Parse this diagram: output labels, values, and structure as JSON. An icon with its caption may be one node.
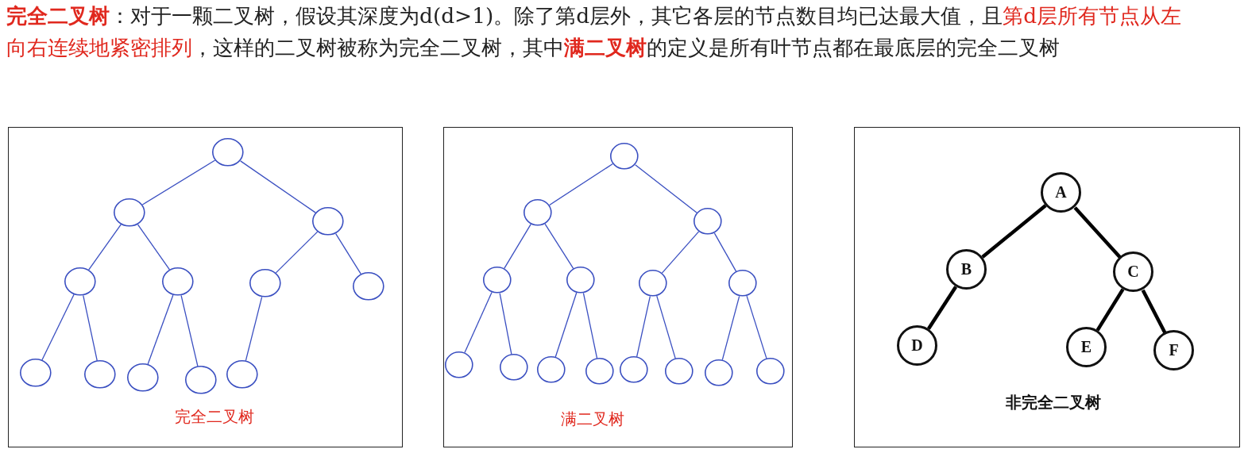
{
  "diagram": {
    "nodes": [
      {
        "text": [
          "完全二叉树"
        ]
      },
      {
        "text": [],
        "shape": "circle",
        "in": 0
      },
      {
        "text": [],
        "shape": "circle",
        "in": 0
      },
      {
        "text": [],
        "shape": "circle",
        "in": 0
      },
      {
        "text": [],
        "shape": "circle",
        "in": 0
      },
      {
        "text": [],
        "shape": "circle",
        "in": 0
      },
      {
        "text": [],
        "shape": "circle",
        "in": 0
      },
      {
        "text": [],
        "shape": "circle",
        "in": 0
      },
      {
        "text": [],
        "shape": "circle",
        "in": 0
      },
      {
        "text": [],
        "shape": "circle",
        "in": 0
      },
      {
        "text": [],
        "shape": "circle",
        "in": 0
      },
      {
        "text": [],
        "shape": "circle",
        "in": 0
      },
      {
        "text": [],
        "shape": "circle",
        "in": 0
      },
      {
        "text": [
          "满二叉树"
        ]
      },
      {
        "text": [],
        "shape": "circle",
        "in": 13
      },
      {
        "text": [],
        "shape": "circle",
        "in": 13
      },
      {
        "text": [],
        "shape": "circle",
        "in": 13
      },
      {
        "text": [],
        "shape": "circle",
        "in": 13
      },
      {
        "text": [],
        "shape": "circle",
        "in": 13
      },
      {
        "text": [],
        "shape": "circle",
        "in": 13
      },
      {
        "text": [],
        "shape": "circle",
        "in": 13
      },
      {
        "text": [],
        "shape": "circle",
        "in": 13
      },
      {
        "text": [],
        "shape": "circle",
        "in": 13
      },
      {
        "text": [],
        "shape": "circle",
        "in": 13
      },
      {
        "text": [],
        "shape": "circle",
        "in": 13
      },
      {
        "text": [],
        "shape": "circle",
        "in": 13
      },
      {
        "text": [],
        "shape": "circle",
        "in": 13
      },
      {
        "text": [],
        "shape": "circle",
        "in": 13
      },
      {
        "text": [],
        "shape": "circle",
        "in": 13
      },
      {
        "text": [
          "非完全二叉树"
        ]
      },
      {
        "text": [
          "A"
        ],
        "in": 29
      },
      {
        "text": [
          "B"
        ],
        "in": 29
      },
      {
        "text": [
          "C"
        ],
        "in": 29
      },
      {
        "text": [
          "D"
        ],
        "in": 29
      },
      {
        "text": [
          "E"
        ],
        "in": 29
      },
      {
        "text": [
          "F"
        ],
        "in": 29
      }
    ],
    "edges": [
      {
        "from": 1,
        "to": 2,
        "arrow": "none"
      },
      {
        "from": 1,
        "to": 3,
        "arrow": "none"
      },
      {
        "from": 2,
        "to": 4,
        "arrow": "none"
      },
      {
        "from": 2,
        "to": 5,
        "arrow": "none"
      },
      {
        "from": 3,
        "to": 6,
        "arrow": "none"
      },
      {
        "from": 3,
        "to": 7,
        "arrow": "none"
      },
      {
        "from": 4,
        "to": 8,
        "arrow": "none"
      },
      {
        "from": 4,
        "to": 9,
        "arrow": "none"
      },
      {
        "from": 5,
        "to": 10,
        "arrow": "none"
      },
      {
        "from": 5,
        "to": 11,
        "arrow": "none"
      },
      {
        "from": 6,
        "to": 12,
        "arrow": "none"
      },
      {
        "from": 14,
        "to": 15,
        "arrow": "none"
      },
      {
        "from": 14,
        "to": 16,
        "arrow": "none"
      },
      {
        "from": 15,
        "to": 17,
        "arrow": "none"
      },
      {
        "from": 15,
        "to": 18,
        "arrow": "none"
      },
      {
        "from": 16,
        "to": 19,
        "arrow": "none"
      },
      {
        "from": 16,
        "to": 20,
        "arrow": "none"
      },
      {
        "from": 17,
        "to": 21,
        "arrow": "none"
      },
      {
        "from": 17,
        "to": 22,
        "arrow": "none"
      },
      {
        "from": 18,
        "to": 23,
        "arrow": "none"
      },
      {
        "from": 18,
        "to": 24,
        "arrow": "none"
      },
      {
        "from": 19,
        "to": 25,
        "arrow": "none"
      },
      {
        "from": 19,
        "to": 26,
        "arrow": "none"
      },
      {
        "from": 20,
        "to": 27,
        "arrow": "none"
      },
      {
        "from": 20,
        "to": 28,
        "arrow": "none"
      },
      {
        "from": 30,
        "to": 31,
        "arrow": "none",
        "style": "thick",
        "color": "#000000"
      },
      {
        "from": 30,
        "to": 32,
        "arrow": "none",
        "style": "thick",
        "color": "#000000"
      },
      {
        "from": 31,
        "to": 33,
        "arrow": "none",
        "style": "thick",
        "color": "#000000"
      },
      {
        "from": 32,
        "to": 34,
        "arrow": "none",
        "style": "thick",
        "color": "#000000"
      },
      {
        "from": 32,
        "to": 35,
        "arrow": "none",
        "style": "thick",
        "color": "#000000"
      }
    ],
    "labels": [
      "**完全二叉树**：对于一颗二叉树，假设其深度为d(d>1)。除了第d层外，其它各层的节点数目均已达最大值，且**第d层所有节点从左向右连续地紧密排列**，这样的二叉树被称为完全二叉树，其中**满二叉树**的定义是所有叶节点都在最底层的完全二叉树"
    ]
  }
}
